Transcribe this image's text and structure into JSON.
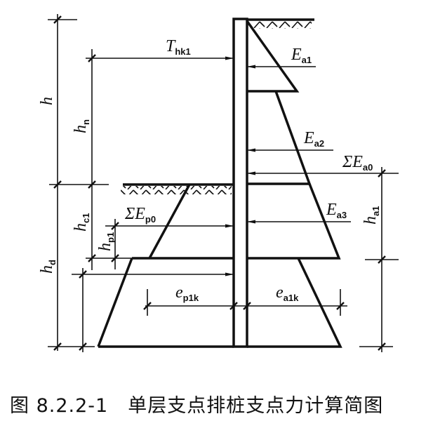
{
  "figure": {
    "caption_number": "图 8.2.2-1",
    "caption_title": "单层支点排桩支点力计算简图"
  },
  "labels": {
    "h": {
      "main": "h",
      "sub": ""
    },
    "hn": {
      "main": "h",
      "sub": "n"
    },
    "hc1": {
      "main": "h",
      "sub": "c1"
    },
    "hp1": {
      "main": "h",
      "sub": "p1"
    },
    "hd": {
      "main": "h",
      "sub": "d"
    },
    "ha1": {
      "main": "h",
      "sub": "a1"
    },
    "Thk1": {
      "main": "T",
      "sub": "hk1"
    },
    "Ea1": {
      "main": "E",
      "sub": "a1"
    },
    "Ea2": {
      "main": "E",
      "sub": "a2"
    },
    "Ea3": {
      "main": "E",
      "sub": "a3"
    },
    "SumEa0": {
      "main": "ΣE",
      "sub": "a0"
    },
    "SumEp0": {
      "main": "ΣE",
      "sub": "p0"
    },
    "ep1k": {
      "main": "e",
      "sub": "p1k"
    },
    "ea1k": {
      "main": "e",
      "sub": "a1k"
    }
  }
}
